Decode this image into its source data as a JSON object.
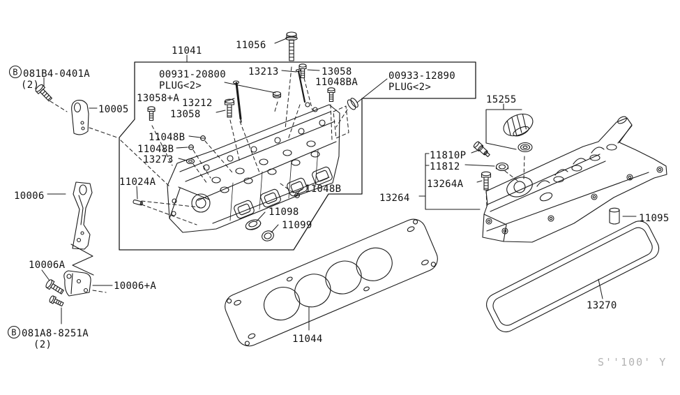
{
  "diagram_type": "engine-parts-exploded-diagram",
  "section": "cylinder-head-and-rocker-cover",
  "line_color": "#1a1a1a",
  "labels": {
    "ref_top": {
      "badge": "B",
      "code": "081B4-0401A",
      "qty": "(2)"
    },
    "ref_bottom": {
      "badge": "B",
      "code": "081A8-8251A",
      "qty": "(2)"
    },
    "plug_top": {
      "code": "00931-20800",
      "name": "PLUG<2>"
    },
    "plug_side": {
      "code": "00933-12890",
      "name": "PLUG<2>"
    },
    "p11041": "11041",
    "p11056": "11056",
    "p13213": "13213",
    "p13058_top": "13058",
    "p11048BA": "11048BA",
    "p15255": "15255",
    "p13058A": "13058+A",
    "p13212": "13212",
    "p13058_left": "13058",
    "p11048B_a": "11048B",
    "p11048B_b": "11048B",
    "p11048B_c": "11048B",
    "p13273": "13273",
    "p11024A": "11024A",
    "p10005": "10005",
    "p10006": "10006",
    "p10006A": "10006A",
    "p10006plusA": "10006+A",
    "p11098": "11098",
    "p11099": "11099",
    "p11044": "11044",
    "p13264": "13264",
    "p13264A": "13264A",
    "p11810P": "11810P",
    "p11812": "11812",
    "p11095": "11095",
    "p13270": "13270"
  },
  "watermark": "S''100' Y"
}
